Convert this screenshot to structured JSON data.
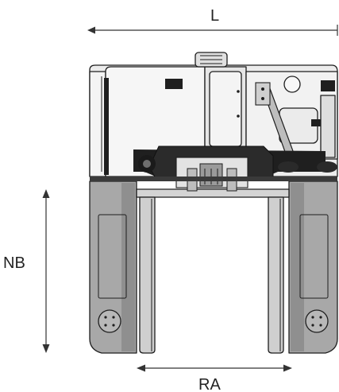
{
  "dimensions": {
    "length_label": "L",
    "height_label": "NB",
    "width_label": "RA"
  },
  "colors": {
    "chassis_dark": "#1f1f1f",
    "body_light": "#ececec",
    "leg_gray": "#a8a8a8",
    "leg_shade": "#8c8c8c",
    "fork_gray": "#cfcfcf"
  }
}
